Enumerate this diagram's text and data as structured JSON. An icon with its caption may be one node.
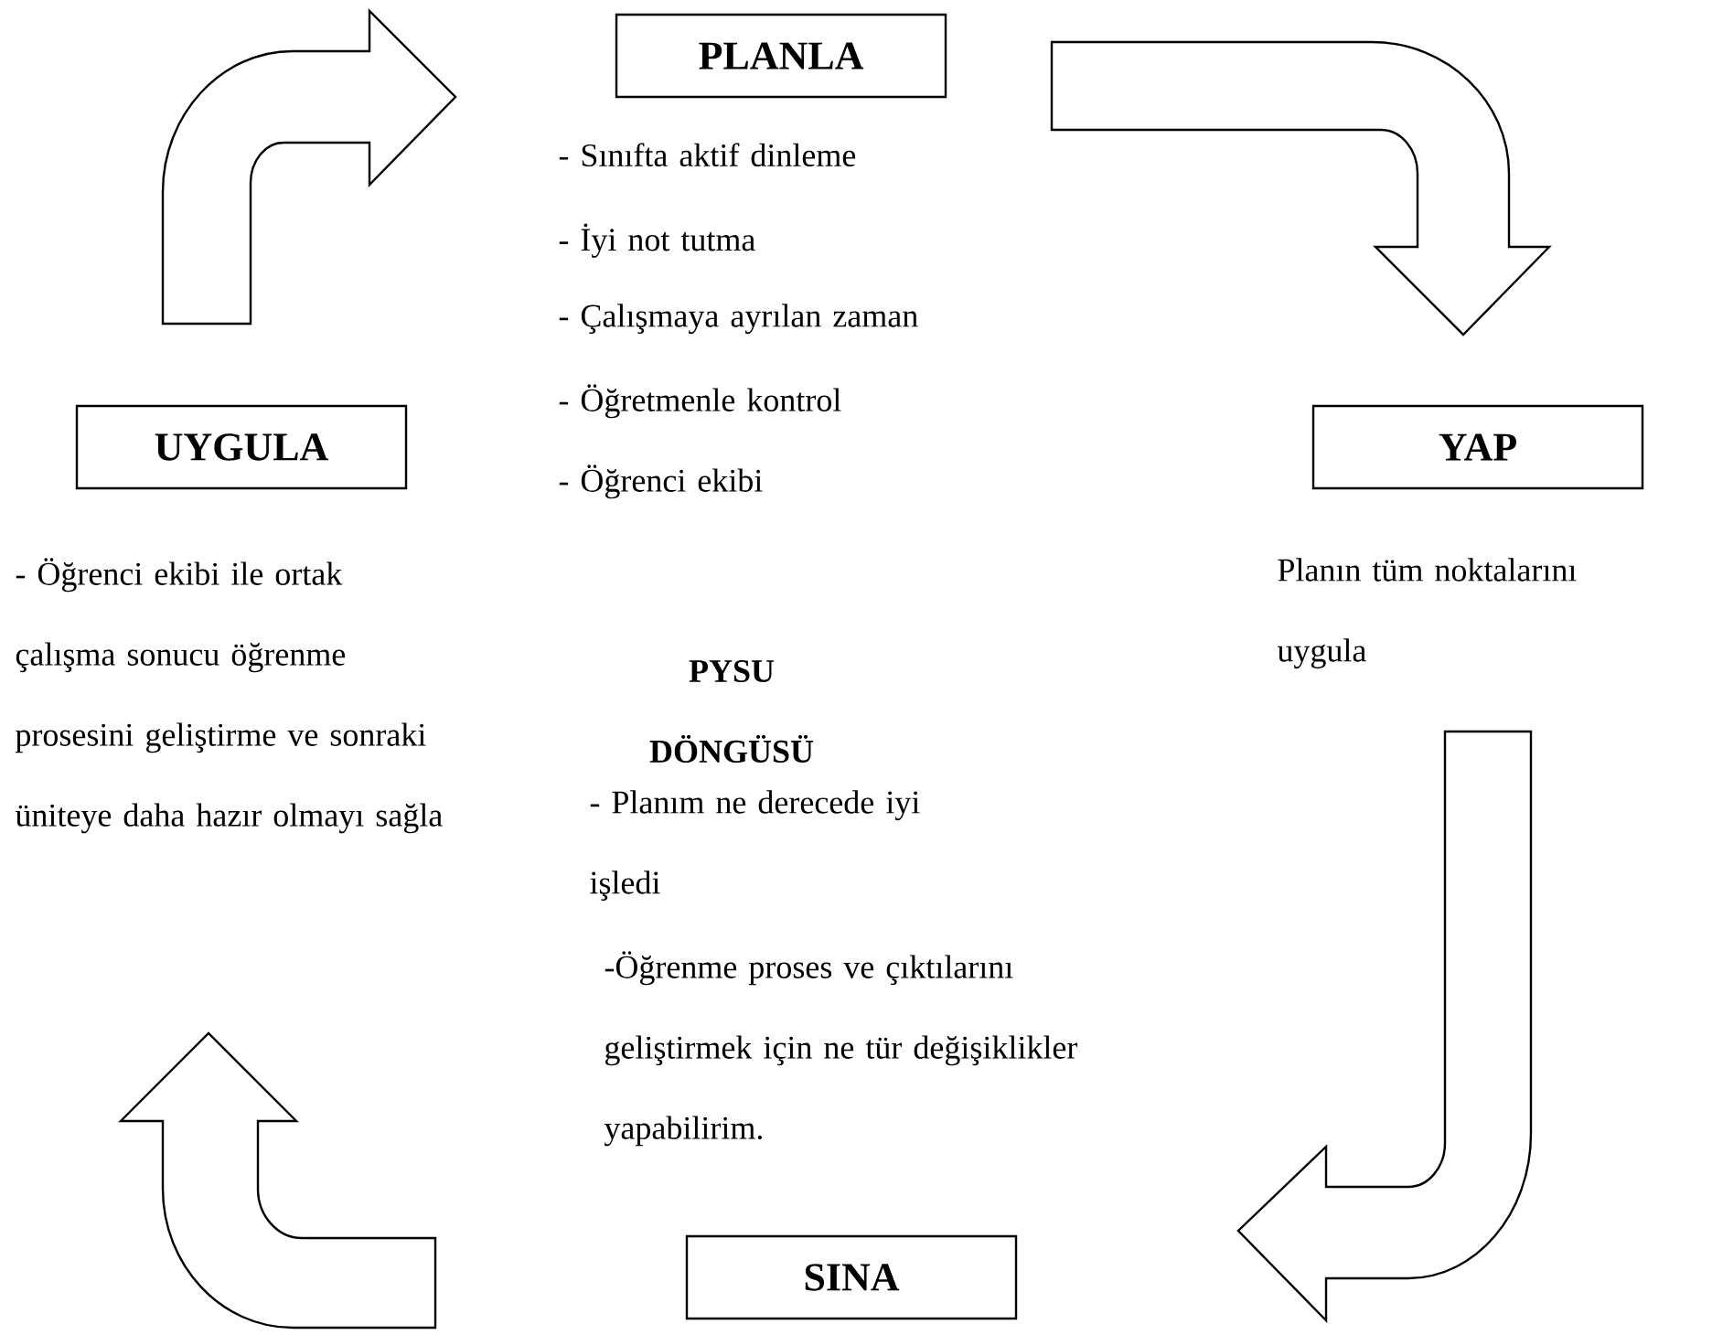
{
  "diagram": {
    "nodes": [
      {
        "text": [
          "PLANLA"
        ],
        "beside": [
          "- Sınıfta aktif dinleme",
          "- İyi not tutma",
          "- Çalışmaya ayrılan zaman",
          "- Öğretmenle kontrol",
          "- Öğrenci ekibi"
        ]
      },
      {
        "text": [
          "YAP"
        ],
        "beside": [
          "Planın tüm noktalarını uygula"
        ]
      },
      {
        "text": [
          "SINA"
        ],
        "beside": [
          "- Planım ne derecede iyi işledi",
          "-Öğrenme proses ve çıktılarını geliştirmek için ne tür değişiklikler yapabilirim."
        ]
      },
      {
        "text": [
          "UYGULA"
        ],
        "beside": [
          "- Öğrenci ekibi ile ortak çalışma sonucu öğrenme prosesini geliştirme ve sonraki üniteye daha hazır olmayı sağla"
        ]
      }
    ],
    "edges": [
      {
        "from": 3,
        "to": 0,
        "arrow": "to"
      },
      {
        "from": 0,
        "to": 1,
        "arrow": "to"
      },
      {
        "from": 1,
        "to": 2,
        "arrow": "to"
      },
      {
        "from": 2,
        "to": 3,
        "arrow": "to"
      }
    ],
    "labels": [
      "PYSU DÖNGÜSÜ"
    ]
  }
}
